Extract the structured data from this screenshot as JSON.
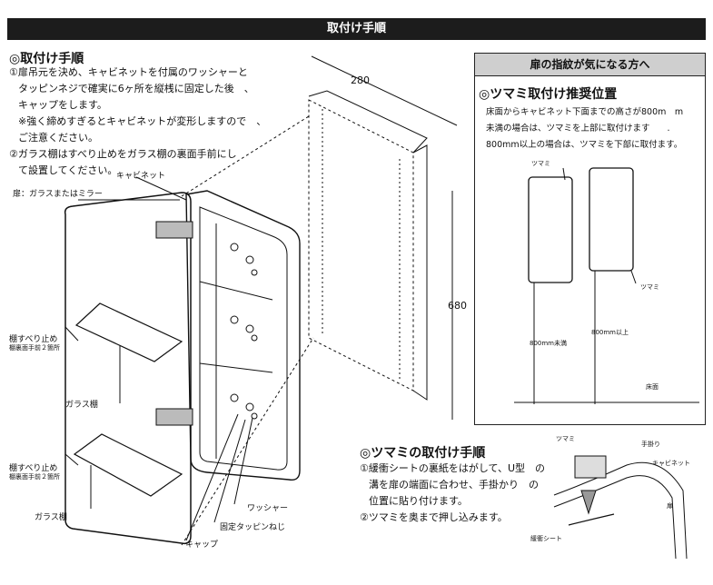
{
  "header": {
    "title": "取付け手順"
  },
  "install": {
    "heading": "◎取付け手順",
    "lines": [
      "①扉吊元を決め、キャビネットを付属のワッシャーと",
      "タッピンネジで確実に6ヶ所を縦桟に固定した後　、",
      "キャップをします。",
      "※強く締めすぎるとキャビネットが変形しますので　、",
      "ご注意ください。",
      "②ガラス棚はすべり止めをガラス棚の裏面手前にし",
      "て設置してください。"
    ]
  },
  "labels": {
    "cabinet": "キャビネット",
    "door": "扉：ガラスまたはミラー",
    "antislip": "棚すべり止め",
    "antislip_sub": "棚裏面手前２箇所",
    "glass_shelf": "ガラス棚",
    "washer": "ワッシャー",
    "screw": "固定タッピンねじ",
    "cap": "キャップ"
  },
  "dimensions": {
    "width": "280",
    "height": "680"
  },
  "fingerprint_box": {
    "title": "扉の指紋が気になる方へ",
    "heading": "◎ツマミ取付け推奨位置",
    "lines": [
      "床面からキャビネット下面までの高さが800m　m",
      "未満の場合は、ツマミを上部に取付けます　　.",
      "800mm以上の場合は、ツマミを下部に取付ます。"
    ],
    "knob_top": "ツマミ",
    "knob_bottom": "ツマミ",
    "under800": "800mm未満",
    "over800": "800mm以上",
    "floor": "床面"
  },
  "knob_install": {
    "heading": "◎ツマミの取付け手順",
    "lines": [
      "①緩衝シートの裏紙をはがして、U型　の",
      "溝を扉の端面に合わせ、手掛かり　の",
      "位置に貼り付けます。",
      "②ツマミを奥まで押し込みます。"
    ],
    "knob": "ツマミ",
    "grip": "手掛り",
    "cabinet": "キャビネット",
    "door": "扉",
    "cushion": "緩衝シート"
  }
}
